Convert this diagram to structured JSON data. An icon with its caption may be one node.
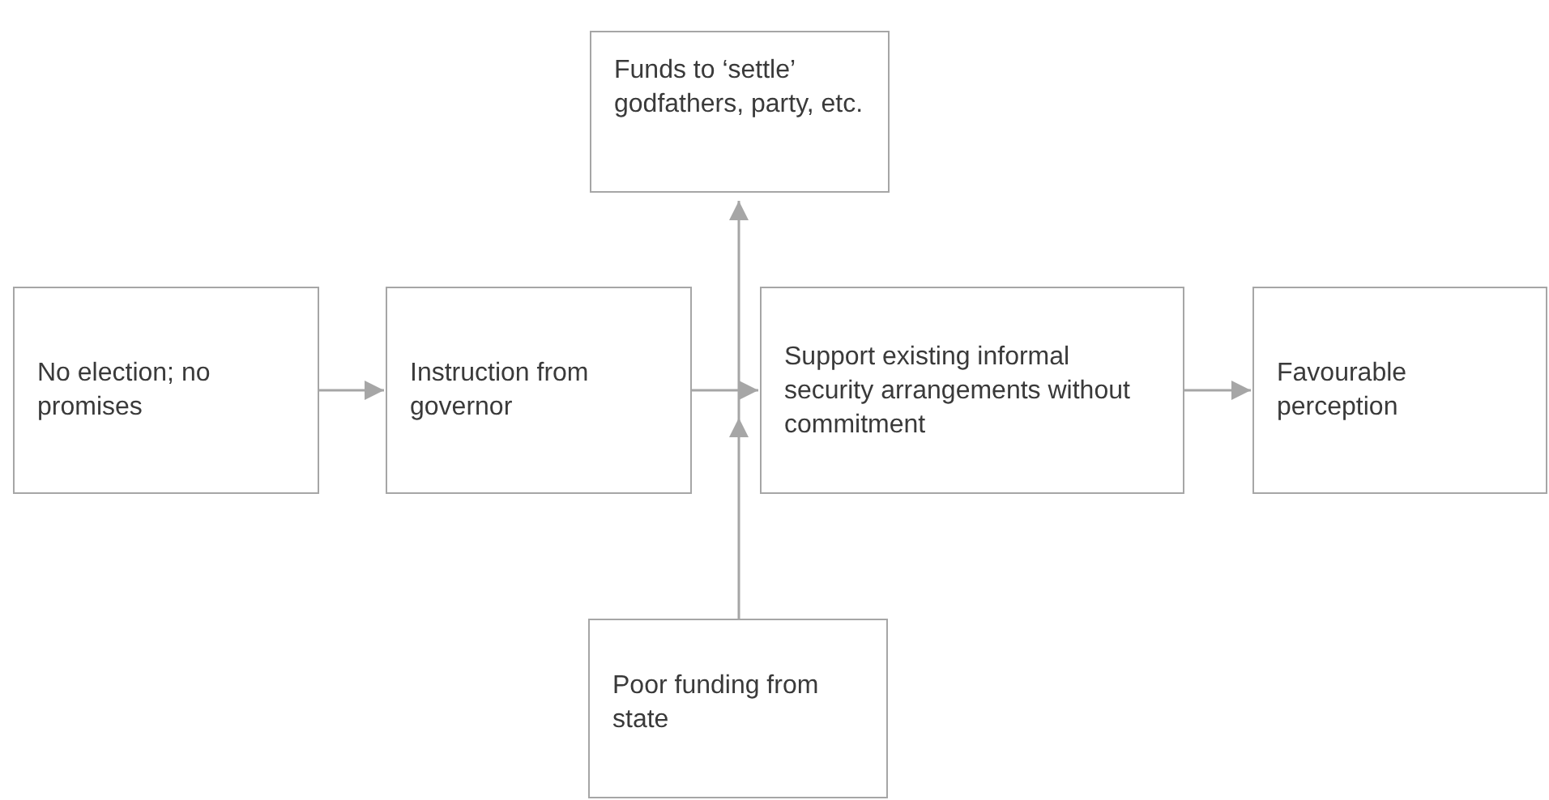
{
  "diagram": {
    "nodes": [
      {
        "text": [
          "Funds to ‘settle’ godfathers, party, etc."
        ]
      },
      {
        "text": [
          "No election; no promises"
        ]
      },
      {
        "text": [
          "Instruction from governor"
        ]
      },
      {
        "text": [
          "Support existing informal security arrangements without commitment"
        ]
      },
      {
        "text": [
          "Favourable perception"
        ]
      },
      {
        "text": [
          "Poor funding from state"
        ]
      }
    ],
    "edges": [
      {
        "from": 1,
        "to": 2,
        "arrow": "to"
      },
      {
        "from": 2,
        "to": 3,
        "arrow": "to"
      },
      {
        "from": 3,
        "to": 4,
        "arrow": "to"
      },
      {
        "from": 5,
        "to": 0,
        "arrow": "to"
      }
    ]
  }
}
